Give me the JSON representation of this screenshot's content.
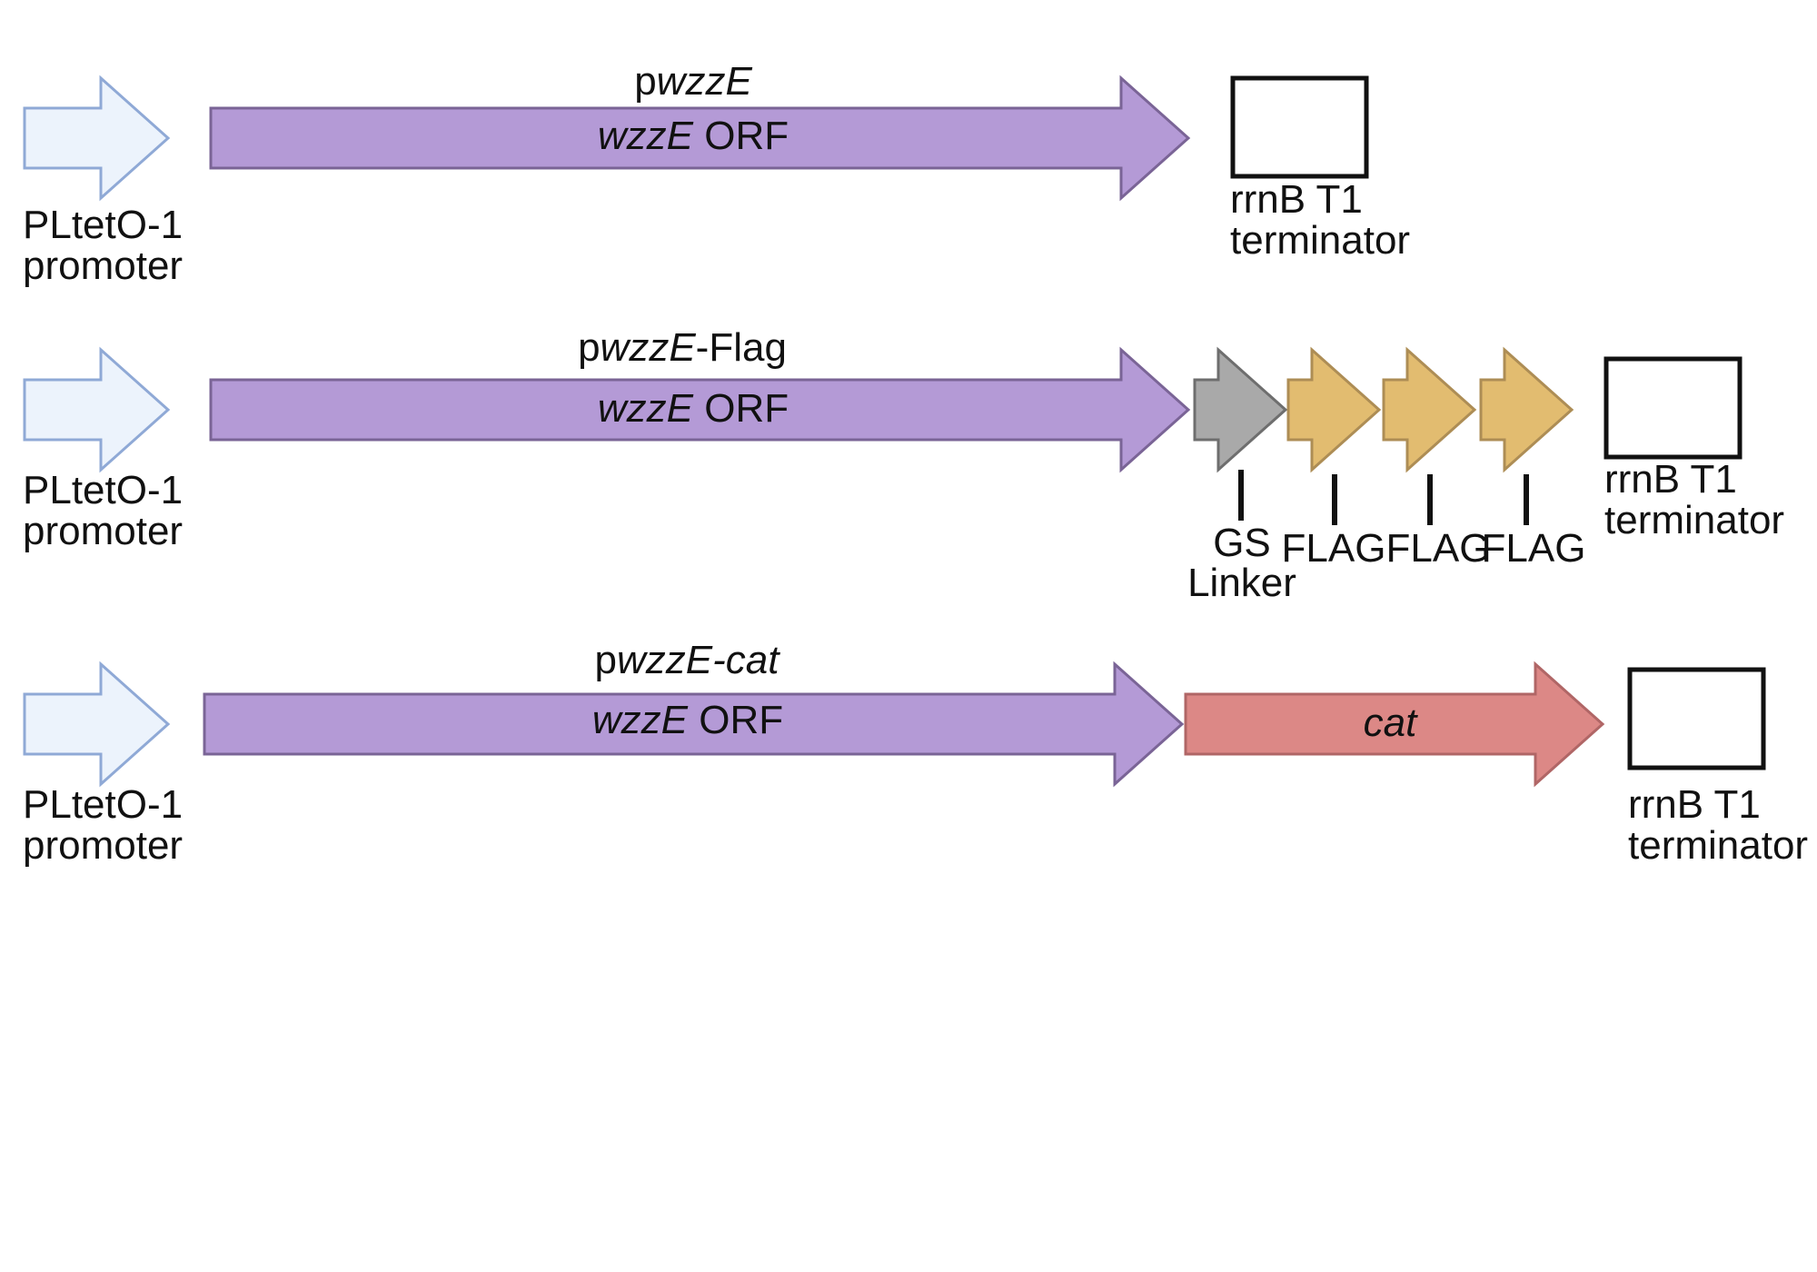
{
  "constructs": [
    {
      "title": {
        "prefix": "p",
        "italic": "wzzE",
        "suffix": ""
      },
      "promoter": {
        "label_line1": "PLtetO-1",
        "label_line2": "promoter"
      },
      "orf": {
        "italic": "wzzE",
        "suffix": " ORF"
      },
      "terminator": {
        "label_line1": "rrnB T1",
        "label_line2": "terminator"
      }
    },
    {
      "title": {
        "prefix": "p",
        "italic": "wzzE",
        "suffix": "-Flag"
      },
      "promoter": {
        "label_line1": "PLtetO-1",
        "label_line2": "promoter"
      },
      "orf": {
        "italic": "wzzE",
        "suffix": " ORF"
      },
      "linker": {
        "label_line1": "GS",
        "label_line2": "Linker"
      },
      "flags": [
        {
          "label": "FLAG"
        },
        {
          "label": "FLAG"
        },
        {
          "label": "FLAG"
        }
      ],
      "terminator": {
        "label_line1": "rrnB T1",
        "label_line2": "terminator"
      }
    },
    {
      "title": {
        "prefix": "p",
        "italic": "wzzE-cat",
        "suffix": ""
      },
      "promoter": {
        "label_line1": "PLtetO-1",
        "label_line2": "promoter"
      },
      "orf": {
        "italic": "wzzE",
        "suffix": " ORF"
      },
      "cat": {
        "label": "cat"
      },
      "terminator": {
        "label_line1": "rrnB T1",
        "label_line2": "terminator"
      }
    }
  ],
  "colors": {
    "promoter_fill": "#ecf3fc",
    "promoter_stroke": "#8fa9d6",
    "orf_fill": "#b49ad6",
    "orf_stroke": "#7a6496",
    "linker_fill": "#a9a9a9",
    "linker_stroke": "#6e6e6e",
    "flag_fill": "#e2bc70",
    "flag_stroke": "#ad8d55",
    "cat_fill": "#dc8886",
    "cat_stroke": "#b06666",
    "terminator_stroke": "#111111",
    "tick": "#111111"
  }
}
